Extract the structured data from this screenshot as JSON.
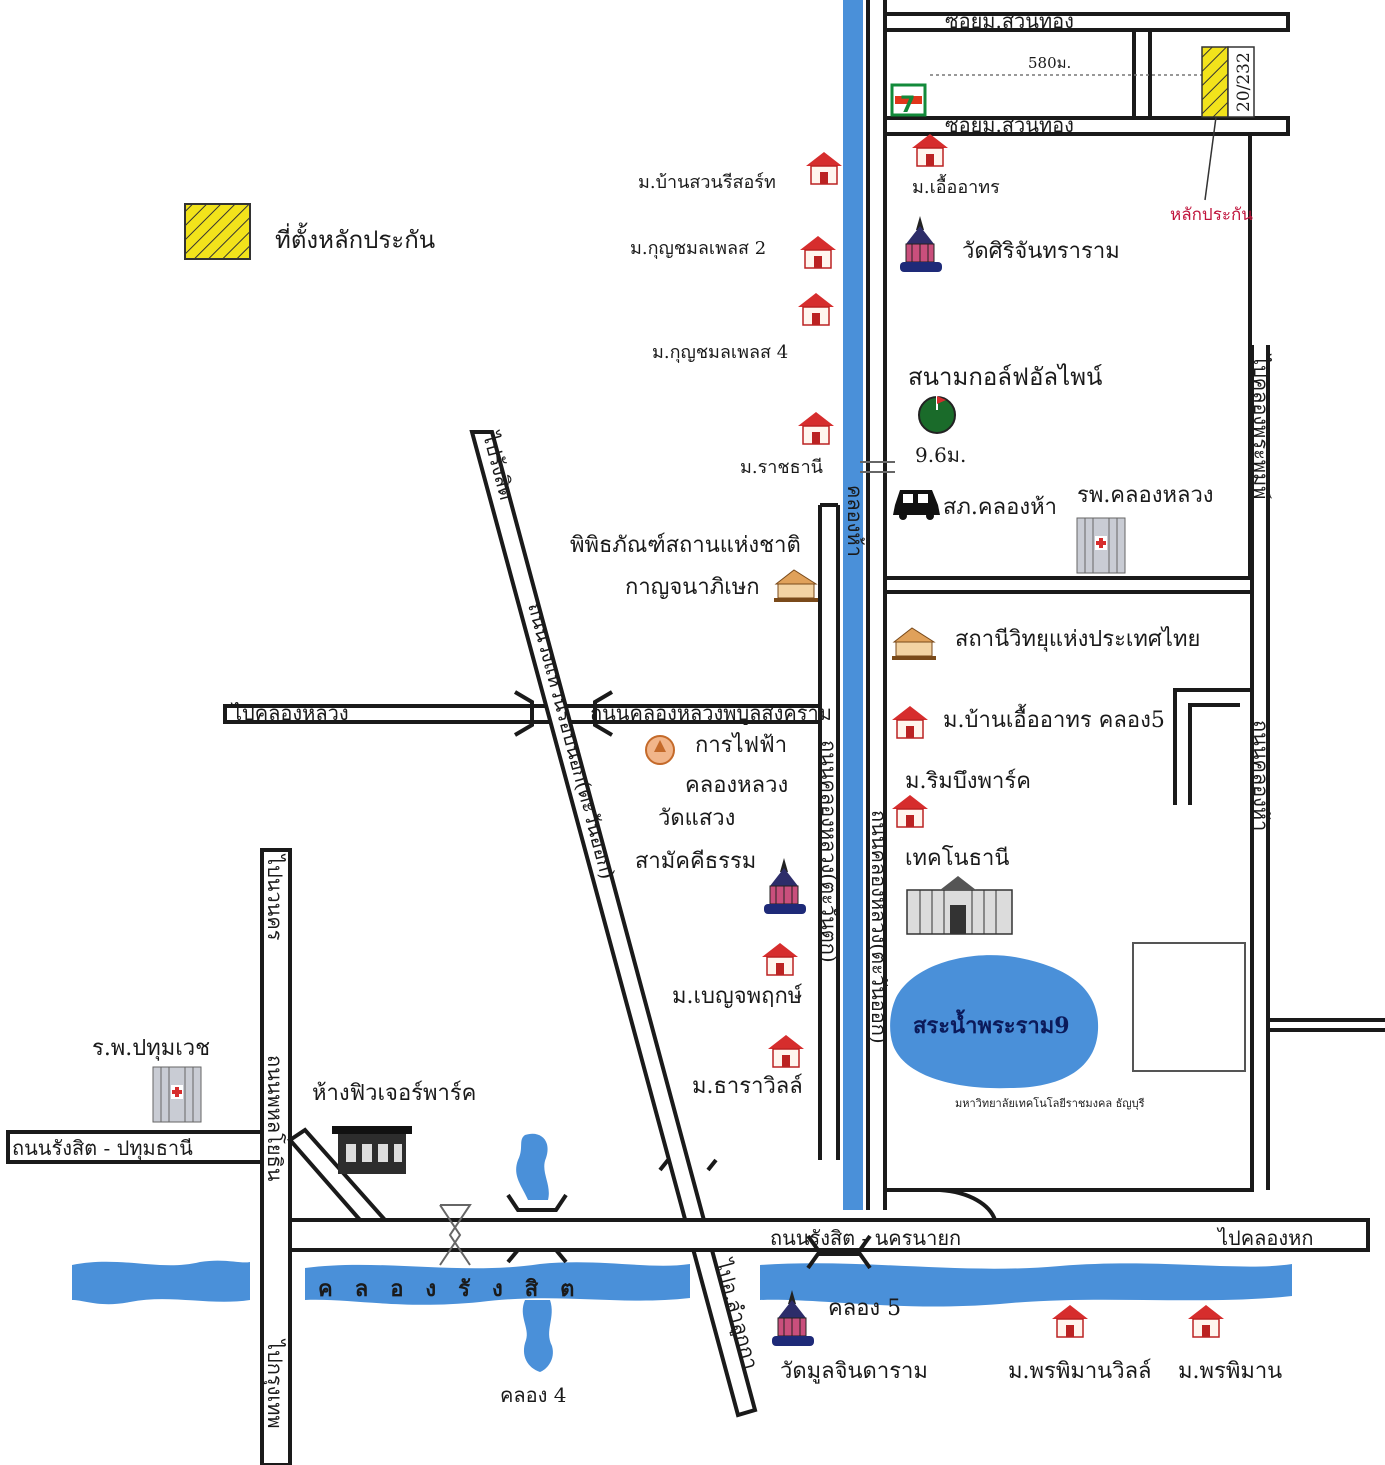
{
  "legend": {
    "label": "ที่ตั้งหลักประกัน",
    "swatch_color": "#f2e31b"
  },
  "collateral": {
    "label": "หลักประกัน",
    "address": "20/232",
    "distance": "580ม."
  },
  "distance_golf": "9.6ม.",
  "roads": {
    "top_soi_1": "ซอยม.สวนทอง",
    "top_soi_2": "ซอยม.สวนทอง",
    "to_pathum_left": "ไปคลองหลวง",
    "lamlukka": "ถนนคลองหลวงพิบูลสงคราม",
    "to_rangsit": "ไปรังสิต",
    "outer_ring": "ถนนวงแหวนรอบนอก(ตะวันออก)",
    "khlong_luang_rd": "ถนนคลองหลวง(ตะวันตก)",
    "khlong_luang_rd_e": "ถนนคลองหลวง(ตะวันออก)",
    "right_road_1": "ไปคลองพระพิมพ์",
    "right_road_2": "ถนนคลองห้า",
    "phahon": "ถนนพหลโยธิน",
    "to_navanakorn": "ไปนวนคร",
    "to_bangkok": "ไปกรุงเทพ",
    "rangsit_pathum": "ถนนรังสิต - ปทุมธานี",
    "rangsit_nakhon": "ถนนรังสิต - นครนายก",
    "to_khlong_hok": "ไปคลองหก",
    "to_lamlukka": "ไปอ.ลำลูกกา",
    "canal_5_road": "คลองห้า"
  },
  "canal": {
    "label": "คลองรังสิต",
    "color": "#4a90d9"
  },
  "places": {
    "ban_suan_resort": "ม.บ้านสวนรีสอร์ท",
    "kunyamol_2": "ม.กุญชมลเพลส 2",
    "kunyamol_4": "ม.กุญชมลเพลส 4",
    "ratchathani": "ม.ราชธานี",
    "ua_athorn": "ม.เอื้ออาทร",
    "wat_siri": "วัดศิริจันทราราม",
    "golf": "สนามกอล์ฟอัลไพน์",
    "police": "สภ.คลองห้า",
    "hospital_kl": "รพ.คลองหลวง",
    "museum_1": "พิพิธภัณฑ์สถานแห่งชาติ",
    "museum_2": "กาญจนาภิเษก",
    "radio": "สถานีวิทยุแห่งประเทศไทย",
    "ban_ua_athorn": "ม.บ้านเอื้ออาทร คลอง5",
    "electricity": "การไฟฟ้า",
    "electricity_2": "คลองหลวง",
    "rimbueng": "ม.ริมบึงพาร์ค",
    "wat_saeng": "วัดแสวง",
    "wat_saeng_2": "สามัคคีธรรม",
    "technothani": "เทคโนธานี",
    "benja": "ม.เบญจพฤกษ์",
    "thara": "ม.ธาราวิลล์",
    "lake": "สระน้ำพระราม9",
    "university": "มหาวิทยาลัยเทคโนโลยีราชมงคล ธัญบุรี",
    "pathumvech": "ร.พ.ปทุมเวช",
    "future_park": "ห้างฟิวเจอร์พาร์ค",
    "khlong_4": "คลอง 4",
    "khlong_5": "คลอง 5",
    "wat_mun": "วัดมูลจินดาราม",
    "phimarn": "ม.พรพิมานวิลล์",
    "phimarn_2": "ม.พรพิมาน"
  }
}
